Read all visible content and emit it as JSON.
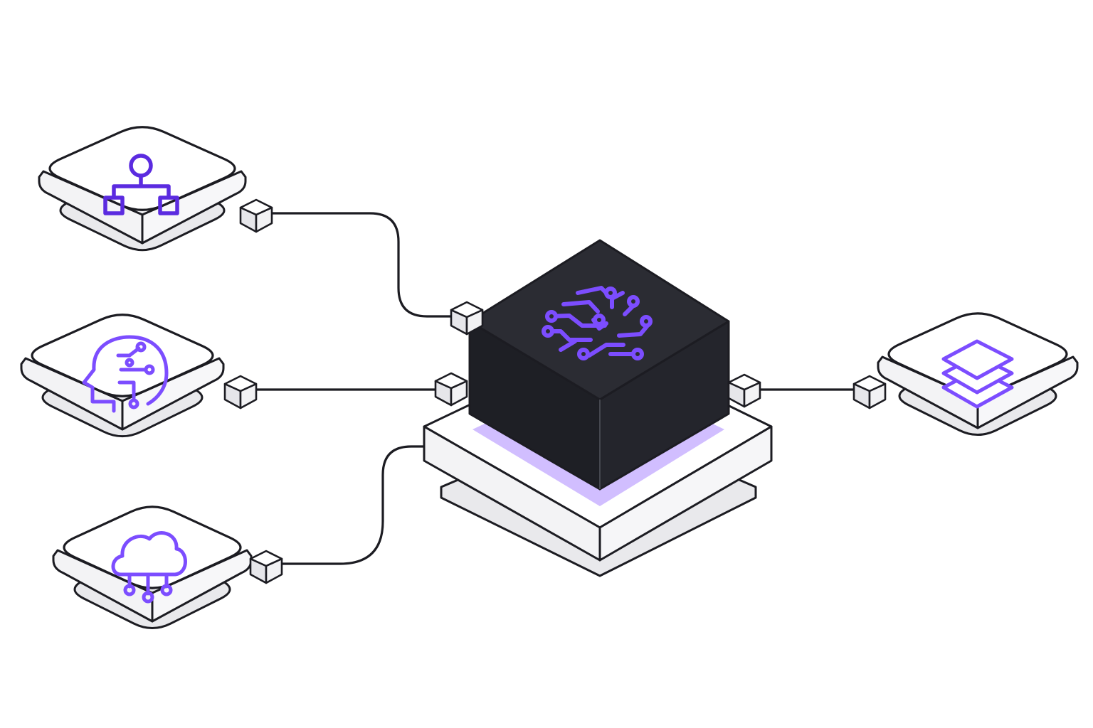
{
  "colors": {
    "accent": "#6d3ef0",
    "accent_deep": "#5b2be0",
    "outline": "#1c1c22",
    "tile_top": "#ffffff",
    "tile_side": "#f3f3f5",
    "tile_base": "#e9e9ec",
    "hub_top": "#2b2c33",
    "hub_left": "#1e1f25",
    "hub_right": "#24252c",
    "glow": "#c9b3ff"
  },
  "nodes": [
    {
      "id": "hierarchy",
      "icon": "hierarchy-icon"
    },
    {
      "id": "ai-head",
      "icon": "ai-head-circuit-icon"
    },
    {
      "id": "cloud",
      "icon": "cloud-network-icon"
    },
    {
      "id": "layers",
      "icon": "layers-stack-icon"
    }
  ],
  "hub": {
    "icon": "neural-circuit-icon"
  }
}
